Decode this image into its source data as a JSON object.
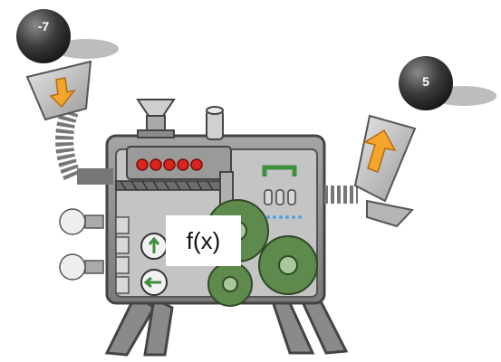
{
  "input_value": "-7",
  "output_value": "5",
  "function_label": "f(x)",
  "colors": {
    "machine_body": "#8e8e8e",
    "machine_panel": "#bdbdbd",
    "funnel": "#c9c9c9",
    "arrow": "#f4a52b",
    "gear": "#5f8a4e",
    "lights": "#d9251d",
    "ball": "#3a3a3a",
    "handle": "#3f8f3f"
  },
  "icons": [
    "down-arrow-icon",
    "up-arrow-icon",
    "gear-icon",
    "light-bulb-icon"
  ]
}
